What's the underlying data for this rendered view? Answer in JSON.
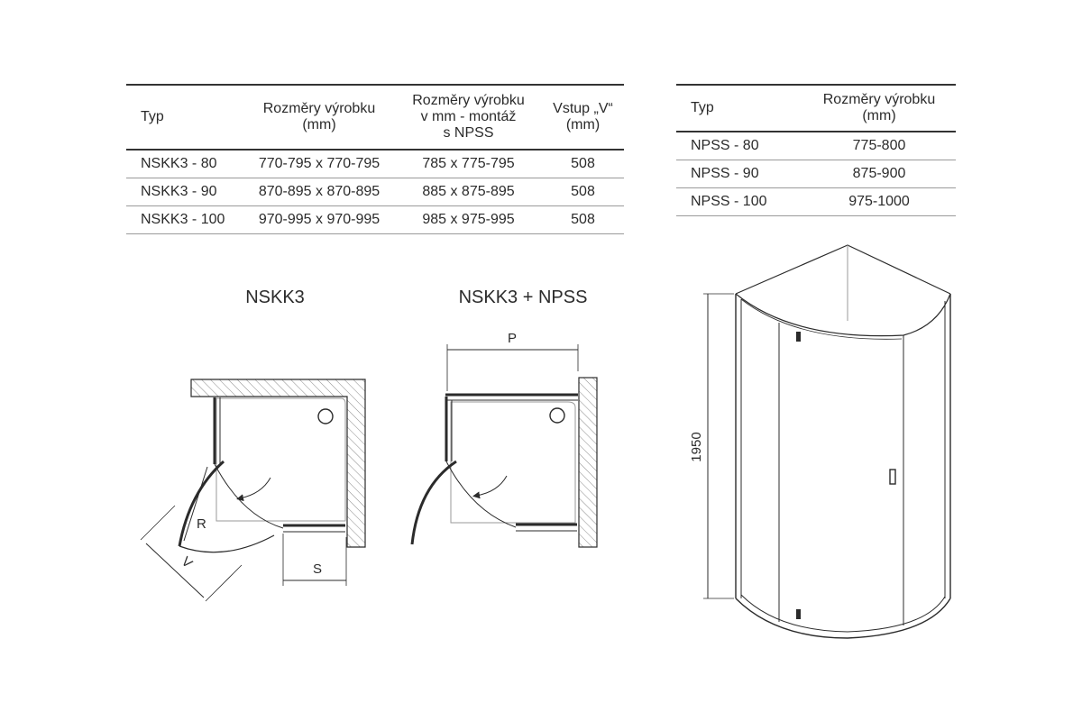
{
  "table_main": {
    "headers": [
      "Typ",
      "Rozměry výrobku\n(mm)",
      "Rozměry výrobku\nv mm - montáž\ns NPSS",
      "Vstup „V“\n(mm)"
    ],
    "rows": [
      [
        "NSKK3 - 80",
        "770-795 x 770-795",
        "785 x 775-795",
        "508"
      ],
      [
        "NSKK3 - 90",
        "870-895 x 870-895",
        "885 x 875-895",
        "508"
      ],
      [
        "NSKK3 - 100",
        "970-995 x 970-995",
        "985 x 975-995",
        "508"
      ]
    ]
  },
  "table_npss": {
    "headers": [
      "Typ",
      "Rozměry výrobku\n(mm)"
    ],
    "rows": [
      [
        "NPSS - 80",
        "775-800"
      ],
      [
        "NPSS - 90",
        "875-900"
      ],
      [
        "NPSS - 100",
        "975-1000"
      ]
    ]
  },
  "diagrams": {
    "nskk3": {
      "title": "NSKK3",
      "label_r": "R",
      "label_v": "V",
      "label_s": "S"
    },
    "nskk3_npss": {
      "title": "NSKK3 + NPSS",
      "label_p": "P"
    },
    "elevation": {
      "height_label": "1950"
    }
  },
  "colors": {
    "line": "#2b2b2b",
    "hatch": "#8a8a8a",
    "rule": "#9a9a9a"
  }
}
